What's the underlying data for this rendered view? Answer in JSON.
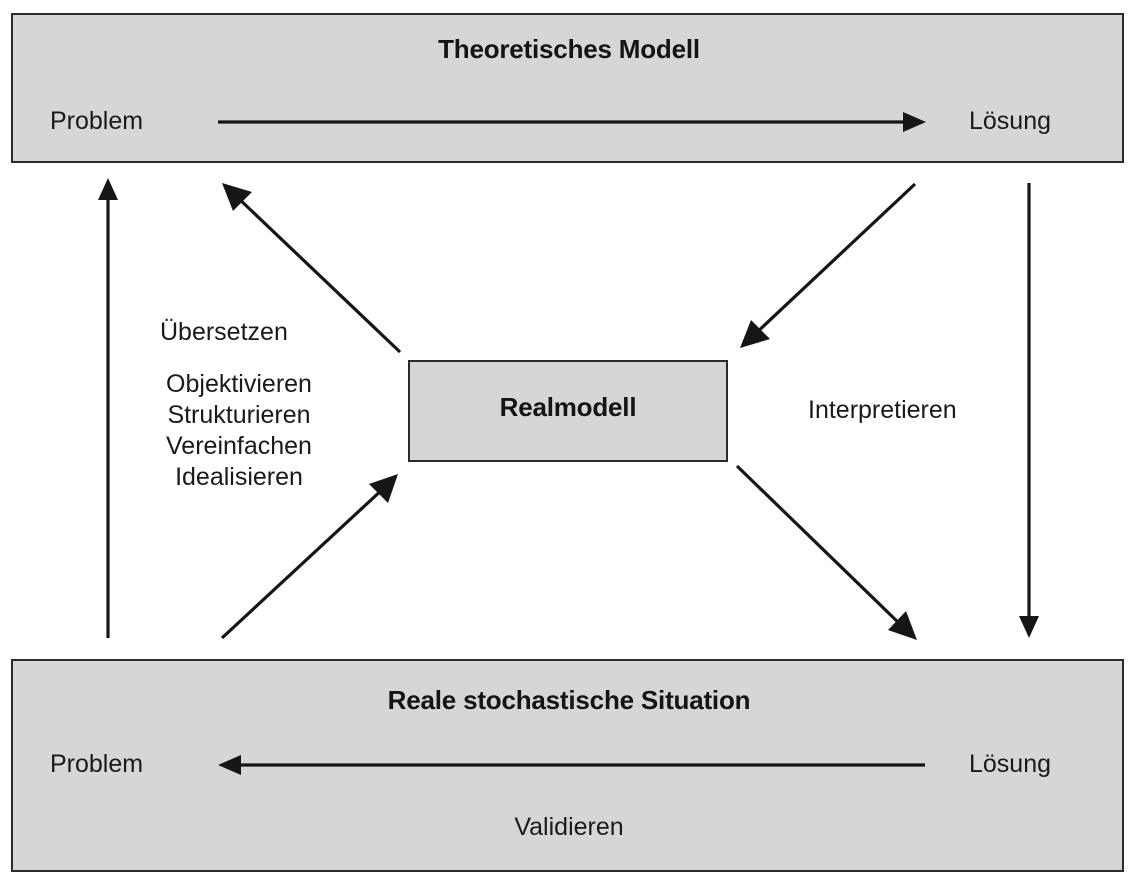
{
  "diagram": {
    "title_semantics": "modelling-cycle",
    "colors": {
      "panel_fill": "#d6d6d6",
      "panel_border": "#2b2b2b",
      "text": "#1a1a1a",
      "arrow": "#161616",
      "background": "#ffffff"
    }
  },
  "top_panel": {
    "title": "Theoretisches Modell",
    "left_label": "Problem",
    "right_label": "Lösung",
    "arrow_direction": "left-to-right"
  },
  "middle_panel": {
    "title": "Realmodell"
  },
  "bottom_panel": {
    "title": "Reale stochastische Situation",
    "left_label": "Problem",
    "right_label": "Lösung",
    "bottom_label": "Validieren",
    "arrow_direction": "right-to-left"
  },
  "side_labels": {
    "translate": "Übersetzen",
    "steps": [
      "Objektivieren",
      "Strukturieren",
      "Vereinfachen",
      "Idealisieren"
    ],
    "interpret": "Interpretieren"
  },
  "chart_data": {
    "type": "diagram",
    "nodes": [
      {
        "id": "theoretical-model",
        "label": "Theoretisches Modell",
        "role": "panel"
      },
      {
        "id": "real-model",
        "label": "Realmodell",
        "role": "panel"
      },
      {
        "id": "real-situation",
        "label": "Reale stochastische Situation",
        "role": "panel"
      }
    ],
    "edges": [
      {
        "from": "theoretical-model:Problem",
        "to": "theoretical-model:Lösung",
        "label": ""
      },
      {
        "from": "real-situation:Lösung",
        "to": "real-situation:Problem",
        "label": "Validieren"
      },
      {
        "from": "real-situation:Problem",
        "to": "theoretical-model:Problem",
        "label": ""
      },
      {
        "from": "real-model",
        "to": "theoretical-model:Problem",
        "label": "Übersetzen"
      },
      {
        "from": "real-situation",
        "to": "real-model",
        "label": "Objektivieren / Strukturieren / Vereinfachen / Idealisieren"
      },
      {
        "from": "theoretical-model:Lösung",
        "to": "real-model",
        "label": "Interpretieren"
      },
      {
        "from": "real-model",
        "to": "real-situation:Lösung",
        "label": "Interpretieren"
      },
      {
        "from": "theoretical-model:Lösung",
        "to": "real-situation:Lösung",
        "label": ""
      }
    ]
  }
}
